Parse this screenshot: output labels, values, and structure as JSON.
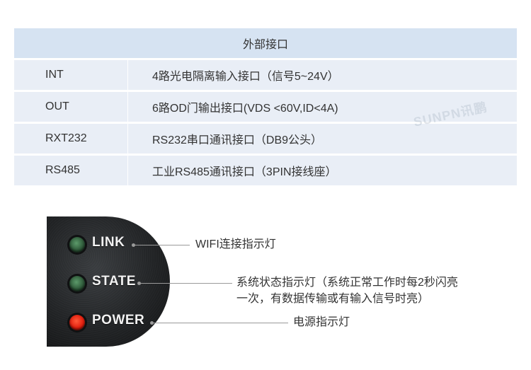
{
  "table": {
    "header": "外部接口",
    "rows": [
      {
        "name": "INT",
        "desc": "4路光电隔离输入接口（信号5~24V）"
      },
      {
        "name": "OUT",
        "desc": "6路OD门输出接口(VDS <60V,ID<4A)"
      },
      {
        "name": "RXT232",
        "desc": "RS232串口通讯接口（DB9公头）"
      },
      {
        "name": "RS485",
        "desc": "工业RS485通讯接口（3PIN接线座）"
      }
    ]
  },
  "watermark": "SUNPN讯鹏",
  "panel": {
    "leds": [
      {
        "label": "LINK",
        "color": "#2f5a3a"
      },
      {
        "label": "STATE",
        "color": "#2f5a3a"
      },
      {
        "label": "POWER",
        "color": "#e21e0e"
      }
    ]
  },
  "callouts": {
    "link": "WIFI连接指示灯",
    "state_line1": "系统状态指示灯（系统正常工作时每2秒闪亮",
    "state_line2": "一次，有数据传输或有输入信号时亮）",
    "power": "电源指示灯"
  }
}
